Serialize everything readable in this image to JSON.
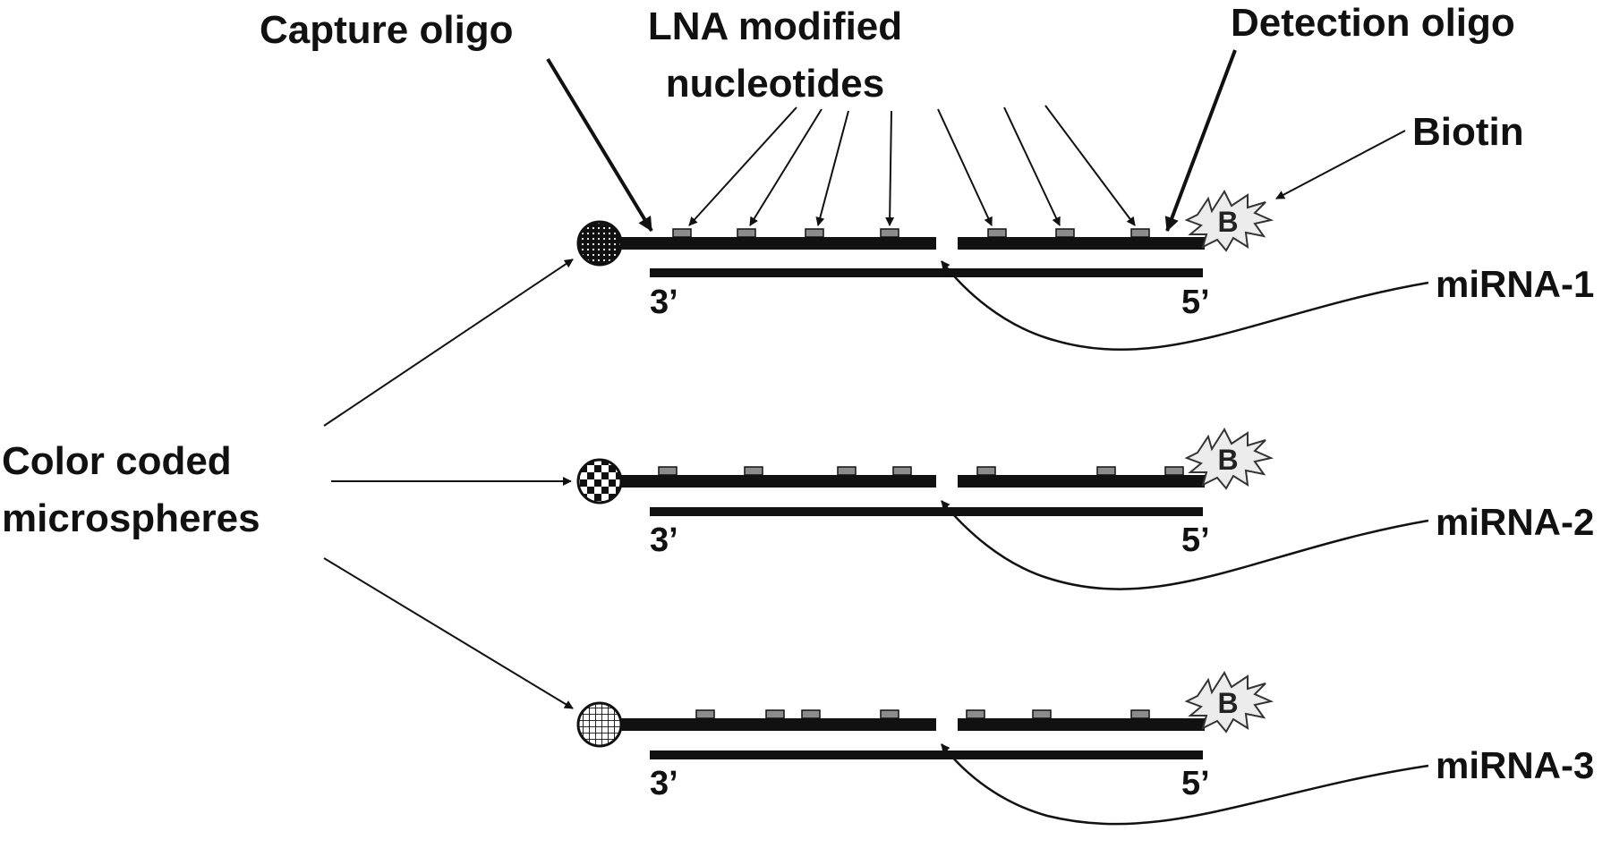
{
  "labels": {
    "capture_oligo": "Capture oligo",
    "lna_line1": "LNA modified",
    "lna_line2": "nucleotides",
    "detection_oligo": "Detection oligo",
    "biotin": "Biotin",
    "color_coded_line1": "Color coded",
    "color_coded_line2": "microspheres"
  },
  "rows": [
    {
      "mirna": "miRNA-1",
      "end_3": "3’",
      "end_5": "5’",
      "biotin_symbol": "B",
      "bead_pattern": "dots"
    },
    {
      "mirna": "miRNA-2",
      "end_3": "3’",
      "end_5": "5’",
      "biotin_symbol": "B",
      "bead_pattern": "checker"
    },
    {
      "mirna": "miRNA-3",
      "end_3": "3’",
      "end_5": "5’",
      "biotin_symbol": "B",
      "bead_pattern": "grid"
    }
  ],
  "colors": {
    "ink": "#111111",
    "lna_fill": "#8c8c8c",
    "biotin_fill": "#ececec"
  }
}
